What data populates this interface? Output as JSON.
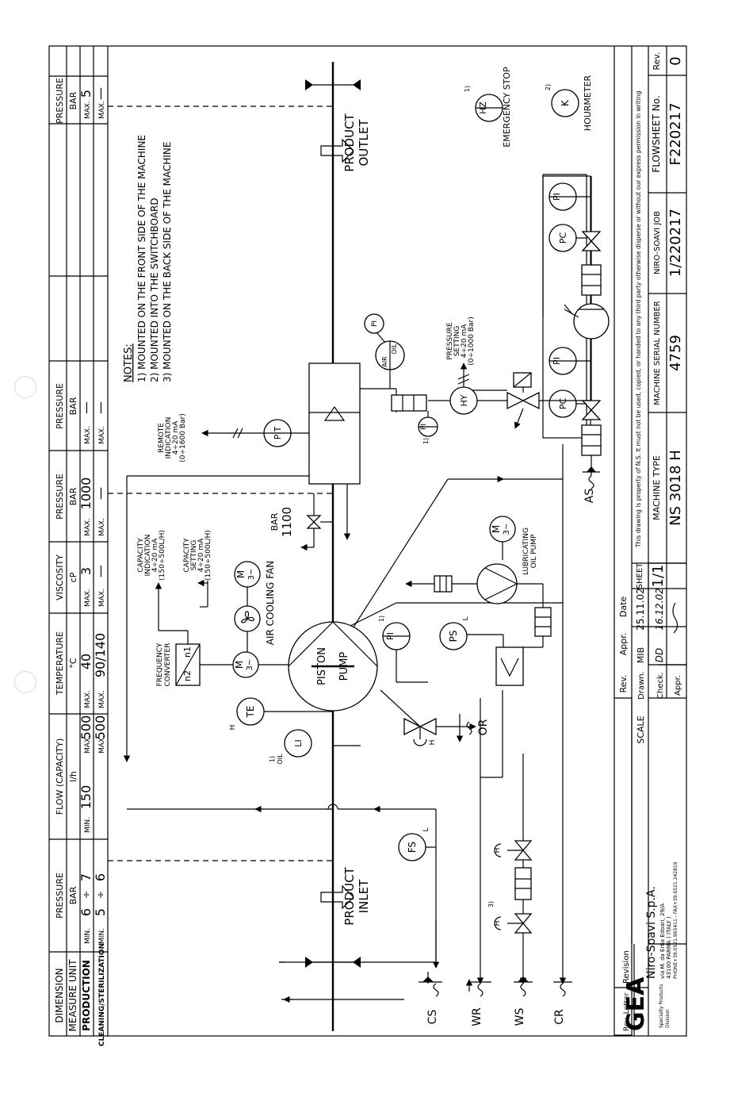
{
  "header_table": {
    "row_labels": [
      "DIMENSION",
      "MEASURE UNIT",
      "PRODUCTION",
      "CLEANING/STERILIZATION"
    ],
    "inlet_pressure": {
      "title": "PRESSURE",
      "unit": "BAR",
      "production": [
        "MIN.",
        "6",
        "÷",
        "7"
      ],
      "cleaning": [
        "MIN.",
        "5",
        "÷",
        "6"
      ]
    },
    "flow": {
      "title": "FLOW (CAPACITY)",
      "unit": "l/h",
      "production": [
        "MIN.",
        "150",
        "MAX.",
        "500"
      ],
      "cleaning": [
        "MAX.",
        "500"
      ]
    },
    "temperature": {
      "title": "TEMPERATURE",
      "unit": "°C",
      "production": [
        "MAX.",
        "40"
      ],
      "cleaning": [
        "MAX.",
        "90/140"
      ]
    },
    "viscosity": {
      "title": "VISCOSITY",
      "unit": "cP",
      "production": [
        "MAX.",
        "3"
      ],
      "cleaning": [
        "MAX.",
        "—"
      ]
    },
    "homog_pressure": {
      "title": "PRESSURE",
      "unit": "BAR",
      "production": [
        "MAX.",
        "1000"
      ],
      "cleaning": [
        "MAX.",
        "—"
      ]
    },
    "valve_pressure": {
      "title": "PRESSURE",
      "unit": "BAR",
      "production": [
        "MAX.",
        "—"
      ],
      "cleaning": [
        "MAX.",
        "—"
      ]
    },
    "outlet_pressure": {
      "title": "PRESSURE",
      "unit": "BAR",
      "production": [
        "MAX.",
        "5"
      ],
      "cleaning": [
        "MAX.",
        "—"
      ]
    }
  },
  "labels": {
    "product_inlet": [
      "PRODUCT",
      "INLET"
    ],
    "product_outlet": [
      "PRODUCT",
      "OUTLET"
    ],
    "piston_pump": [
      "PISTON",
      "PUMP"
    ],
    "frequency_converter": [
      "FREQUENCY",
      "CONVERTER"
    ],
    "fc_n1": "n1",
    "fc_n2": "n2",
    "air_cooling_fan": "AIR COOLING FAN",
    "capacity_indication": [
      "CAPACITY",
      "INDICATION",
      "4÷20 mA",
      "(150÷500L/H)"
    ],
    "capacity_setting": [
      "CAPACITY",
      "SETTING",
      "4÷20 mA",
      "(150÷500L/H)"
    ],
    "lubricating_oil_pump": [
      "LUBRICATING",
      "OIL PUMP"
    ],
    "remote_indication": [
      "REMOTE",
      "INDICATION",
      "4÷20 mA",
      "(0÷1600 Bar)"
    ],
    "pressure_setting": [
      "PRESSURE",
      "SETTING",
      "4÷20 mA",
      "(0÷1000 Bar)"
    ],
    "bar_1100": [
      "BAR",
      "1100"
    ],
    "air": "AIR",
    "oil": "OIL",
    "emergency_stop": "EMERGENCY STOP",
    "hourmeter": "HOURMETER",
    "notes_title": "NOTES:",
    "notes": [
      "1) MOUNTED ON THE FRONT SIDE OF THE MACHINE",
      "2) MOUNTED INTO THE SWITCHBOARD",
      "3) MOUNTED ON THE BACK SIDE OF THE MACHINE"
    ],
    "or": "OR",
    "cs": "CS",
    "wr": "WR",
    "ws": "WS",
    "cr": "CR",
    "as": "AS"
  },
  "instruments": {
    "fs": "FS",
    "fs_sub": "L",
    "te": "TE",
    "te_sup": "H",
    "li": "LI",
    "li_ref": "1)",
    "li_sub": "OIL",
    "pi_pump": "PI",
    "pi_pump_ref": "1)",
    "ps": "PS",
    "ps_sub": "L",
    "pit": "PIT",
    "pi_air": "PI",
    "pi_valve": "PI",
    "pi_valve_ref": "1)",
    "hy": "HY",
    "pc": "PC",
    "pi": "PI",
    "hz": "HZ",
    "hz_ref": "1)",
    "k": "K",
    "k_ref": "2)",
    "motor": "M",
    "motor_sub": "3~",
    "h": "H",
    "h_ref": "3)"
  },
  "title_block": {
    "copyright": "This drawing is property of N.S. It must not be used, copied, or handed to any third party otherwise disperse or without our express permission in writing",
    "rev_letter": "Rev. Letter",
    "revision": "Revision",
    "company_logo": "GEA",
    "company_name": "Niro-Soavi S.p.A.",
    "division": [
      "Specialty Products",
      "Division"
    ],
    "address": [
      "via M. da Erba Edoari, 29/A",
      "43100 PARMA ( ITALY )",
      "PHONE+39.0521.965411 - FAX+39.0521.242819"
    ],
    "scale_label": "SCALE",
    "rev_label": "Rev.",
    "appr_label": "Appr.",
    "date_label": "Date",
    "sheet_label": "SHEET",
    "drawn_label": "Drawn.",
    "check_label": "Check.",
    "appr2_label": "Appr.",
    "drawn_by": "MIB",
    "drawn_date": "25.11.02",
    "check_by": "DD",
    "check_date": "16.12.02",
    "sheet_value": "1/1",
    "machine_type_label": "MACHINE TYPE",
    "machine_type": "NS 3018 H",
    "serial_label": "MACHINE SERIAL NUMBER",
    "serial": "4759",
    "job_label": "NIRO-SOAVI JOB",
    "job": "1/220217",
    "flowsheet_label": "FLOWSHEET No.",
    "flowsheet": "F220217",
    "rev_col_label": "Rev.",
    "rev_value": "0"
  }
}
